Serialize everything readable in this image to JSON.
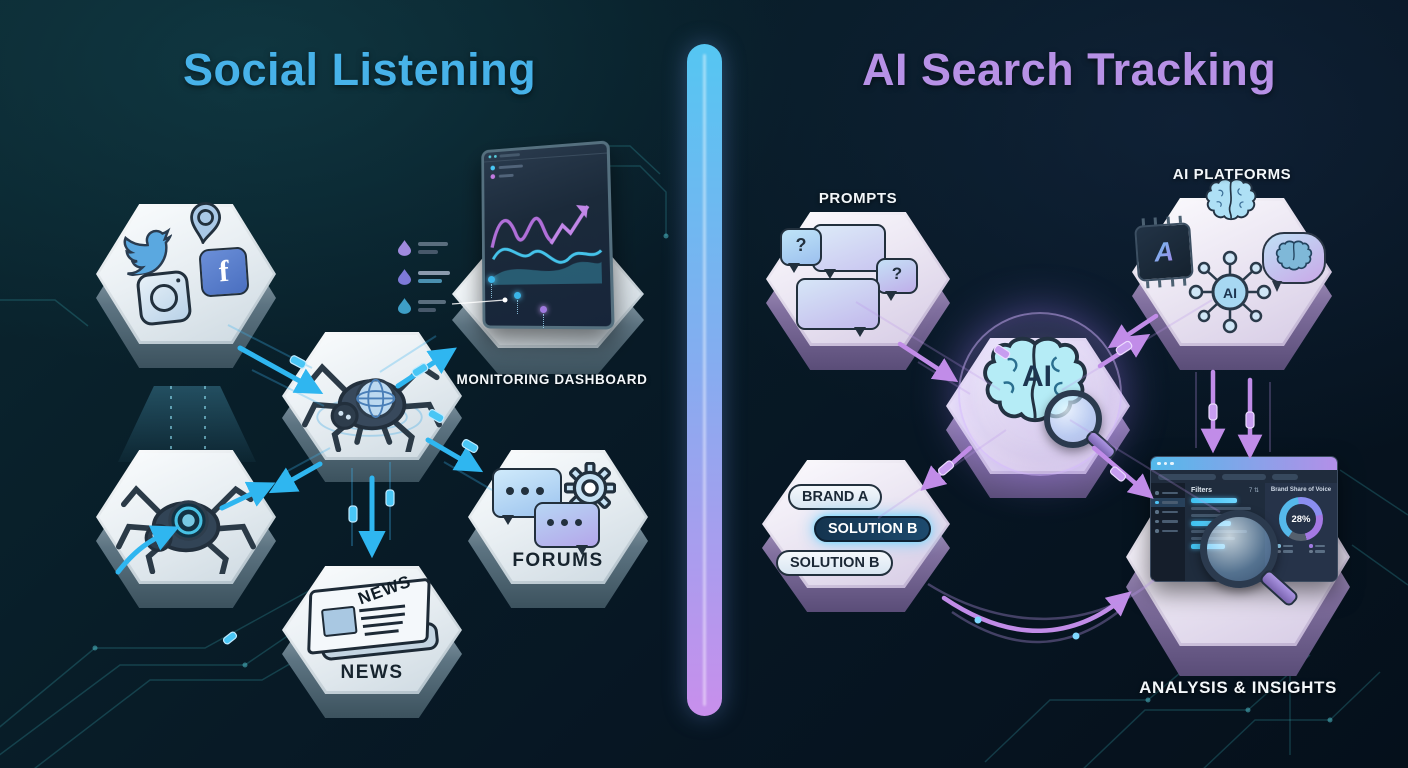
{
  "colors": {
    "background": "#07161f",
    "left_accent": "#47b2e9",
    "right_accent": "#b791e6",
    "arrow_blue": "#2fb6f0",
    "arrow_purple": "#c18ce8",
    "hex_face": "#eef3f6",
    "divider_top": "#55c6f2",
    "divider_bottom": "#c88fec"
  },
  "left": {
    "title": "Social Listening",
    "social_node": {
      "icons": [
        "twitter-icon",
        "pin-icon",
        "facebook-icon",
        "instagram-icon"
      ],
      "facebook_letter": "f"
    },
    "crawler_node": {
      "icon": "web-crawler-spider-icon"
    },
    "collector_node": {
      "icon": "crawler-bot-icon"
    },
    "dashboard_node": {
      "label": "MONITORING DASHBOARD"
    },
    "forums_node": {
      "label": "FORUMS"
    },
    "news_node": {
      "label": "NEWS",
      "paper_text": "NEWS"
    }
  },
  "right": {
    "title": "AI Search Tracking",
    "prompts_node": {
      "label": "PROMPTS",
      "question1": "?",
      "question2": "?"
    },
    "platforms_node": {
      "label": "AI PLATFORMS",
      "chip_letter": "A",
      "network_badge": "AI"
    },
    "center_node": {
      "badge": "AI"
    },
    "brands_node": {
      "pills": [
        {
          "text": "BRAND A",
          "variant": "light"
        },
        {
          "text": "SOLUTION B",
          "variant": "dark"
        },
        {
          "text": "SOLUTION B",
          "variant": "light"
        }
      ]
    },
    "analysis_node": {
      "label": "ANALYSIS & INSIGHTS",
      "window": {
        "filters_title": "Filters",
        "filters_meta": "7 ⇅",
        "donut_title": "Brand Share of Voice",
        "donut_value": "28%"
      }
    }
  }
}
